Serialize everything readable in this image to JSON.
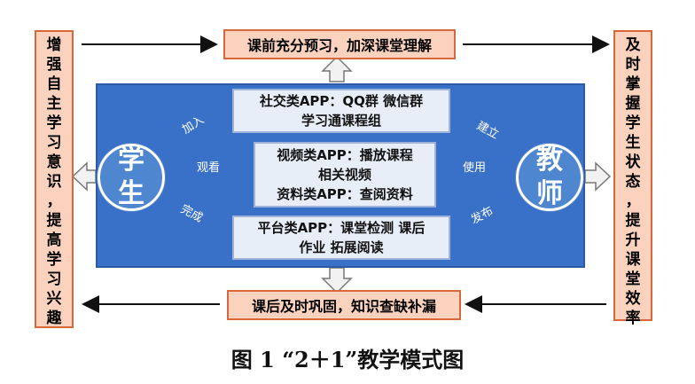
{
  "left_box": {
    "chars": [
      "增",
      "强",
      "自",
      "主",
      "学",
      "习",
      "意",
      "识",
      "，",
      "提",
      "高",
      "学",
      "习",
      "兴",
      "趣"
    ]
  },
  "right_box": {
    "chars": [
      "及",
      "时",
      "掌",
      "握",
      "学",
      "生",
      "状",
      "态",
      "，",
      "提",
      "升",
      "课",
      "堂",
      "效",
      "率"
    ]
  },
  "top_box": {
    "text": "课前充分预习，加深课堂理解"
  },
  "bottom_box": {
    "text": "课后及时巩固，知识查缺补漏"
  },
  "social_app": {
    "line1": "社交类APP：QQ群 微信群",
    "line2": "学习通课程组"
  },
  "video_app": {
    "line1": "视频类APP：播放课程",
    "line2": "相关视频",
    "line3": "资料类APP：查阅资料"
  },
  "platform_app": {
    "line1": "平台类APP：课堂检测 课后",
    "line2": "作业 拓展阅读"
  },
  "student": {
    "char1": "学",
    "char2": "生"
  },
  "teacher": {
    "char1": "教",
    "char2": "师"
  },
  "labels": {
    "join": "加入",
    "watch": "观看",
    "complete": "完成",
    "build": "建立",
    "use": "使用",
    "publish": "发布"
  },
  "caption": {
    "text": "图 1 “2＋1”教学模式图"
  },
  "colors": {
    "orange_fill": "#fbd2bd",
    "orange_border": "#d8673a",
    "panel_blue": "#3a71c8",
    "circle_blue": "#4e86d0"
  }
}
